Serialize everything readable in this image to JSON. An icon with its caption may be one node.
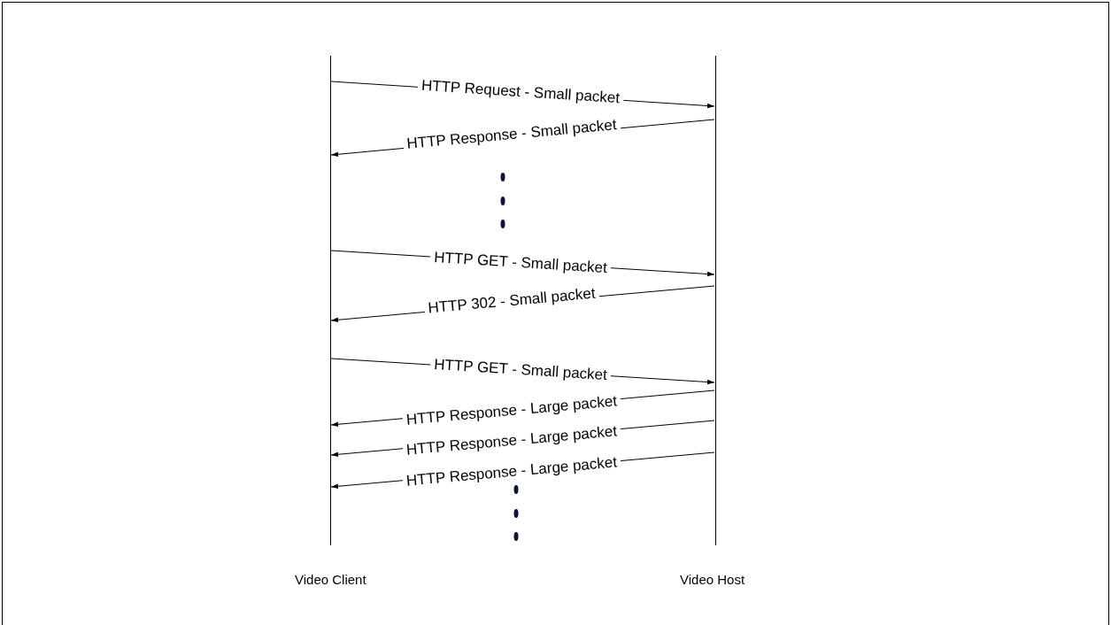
{
  "diagram": {
    "nodes": [
      {
        "text": [],
        "shape": "bar",
        "beside": [
          "Video Client"
        ]
      },
      {
        "text": [],
        "shape": "bar",
        "beside": [
          "Video Host"
        ]
      }
    ],
    "edges": [
      {
        "from": 0,
        "to": 1,
        "arrow": "to",
        "label": "HTTP Request - Small packet"
      },
      {
        "from": 1,
        "to": 0,
        "arrow": "to",
        "label": "HTTP Response - Small packet"
      },
      {
        "from": 0,
        "to": 1,
        "arrow": "to",
        "label": "HTTP GET - Small packet"
      },
      {
        "from": 1,
        "to": 0,
        "arrow": "to",
        "label": "HTTP 302 - Small packet"
      },
      {
        "from": 0,
        "to": 1,
        "arrow": "to",
        "label": "HTTP GET - Small packet"
      },
      {
        "from": 1,
        "to": 0,
        "arrow": "to",
        "label": "HTTP Response - Large packet"
      },
      {
        "from": 1,
        "to": 0,
        "arrow": "to",
        "label": "HTTP Response - Large packet"
      },
      {
        "from": 1,
        "to": 0,
        "arrow": "to",
        "label": "HTTP Response - Large packet"
      }
    ]
  }
}
